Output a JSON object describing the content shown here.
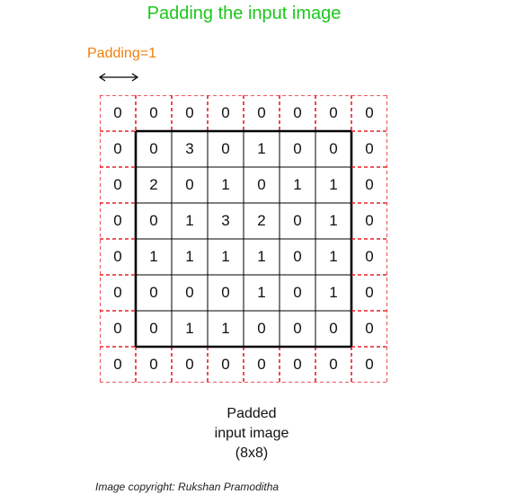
{
  "title": "Padding the input image",
  "padding_label": "Padding=1",
  "grid": {
    "rows": 8,
    "cols": 8,
    "padding": 1,
    "values": [
      [
        "0",
        "0",
        "0",
        "0",
        "0",
        "0",
        "0",
        "0"
      ],
      [
        "0",
        "0",
        "3",
        "0",
        "1",
        "0",
        "0",
        "0"
      ],
      [
        "0",
        "2",
        "0",
        "1",
        "0",
        "1",
        "1",
        "0"
      ],
      [
        "0",
        "0",
        "1",
        "3",
        "2",
        "0",
        "1",
        "0"
      ],
      [
        "0",
        "1",
        "1",
        "1",
        "1",
        "0",
        "1",
        "0"
      ],
      [
        "0",
        "0",
        "0",
        "0",
        "1",
        "0",
        "1",
        "0"
      ],
      [
        "0",
        "0",
        "1",
        "1",
        "0",
        "0",
        "0",
        "0"
      ],
      [
        "0",
        "0",
        "0",
        "0",
        "0",
        "0",
        "0",
        "0"
      ]
    ]
  },
  "caption": {
    "line1": "Padded",
    "line2": "input image",
    "line3": "(8x8)"
  },
  "copyright": "Image copyright: Rukshan Pramoditha",
  "colors": {
    "title": "#1cc71c",
    "padding_label": "#f0800a",
    "padding_border": "#e8202a",
    "inner_border": "#000000"
  }
}
